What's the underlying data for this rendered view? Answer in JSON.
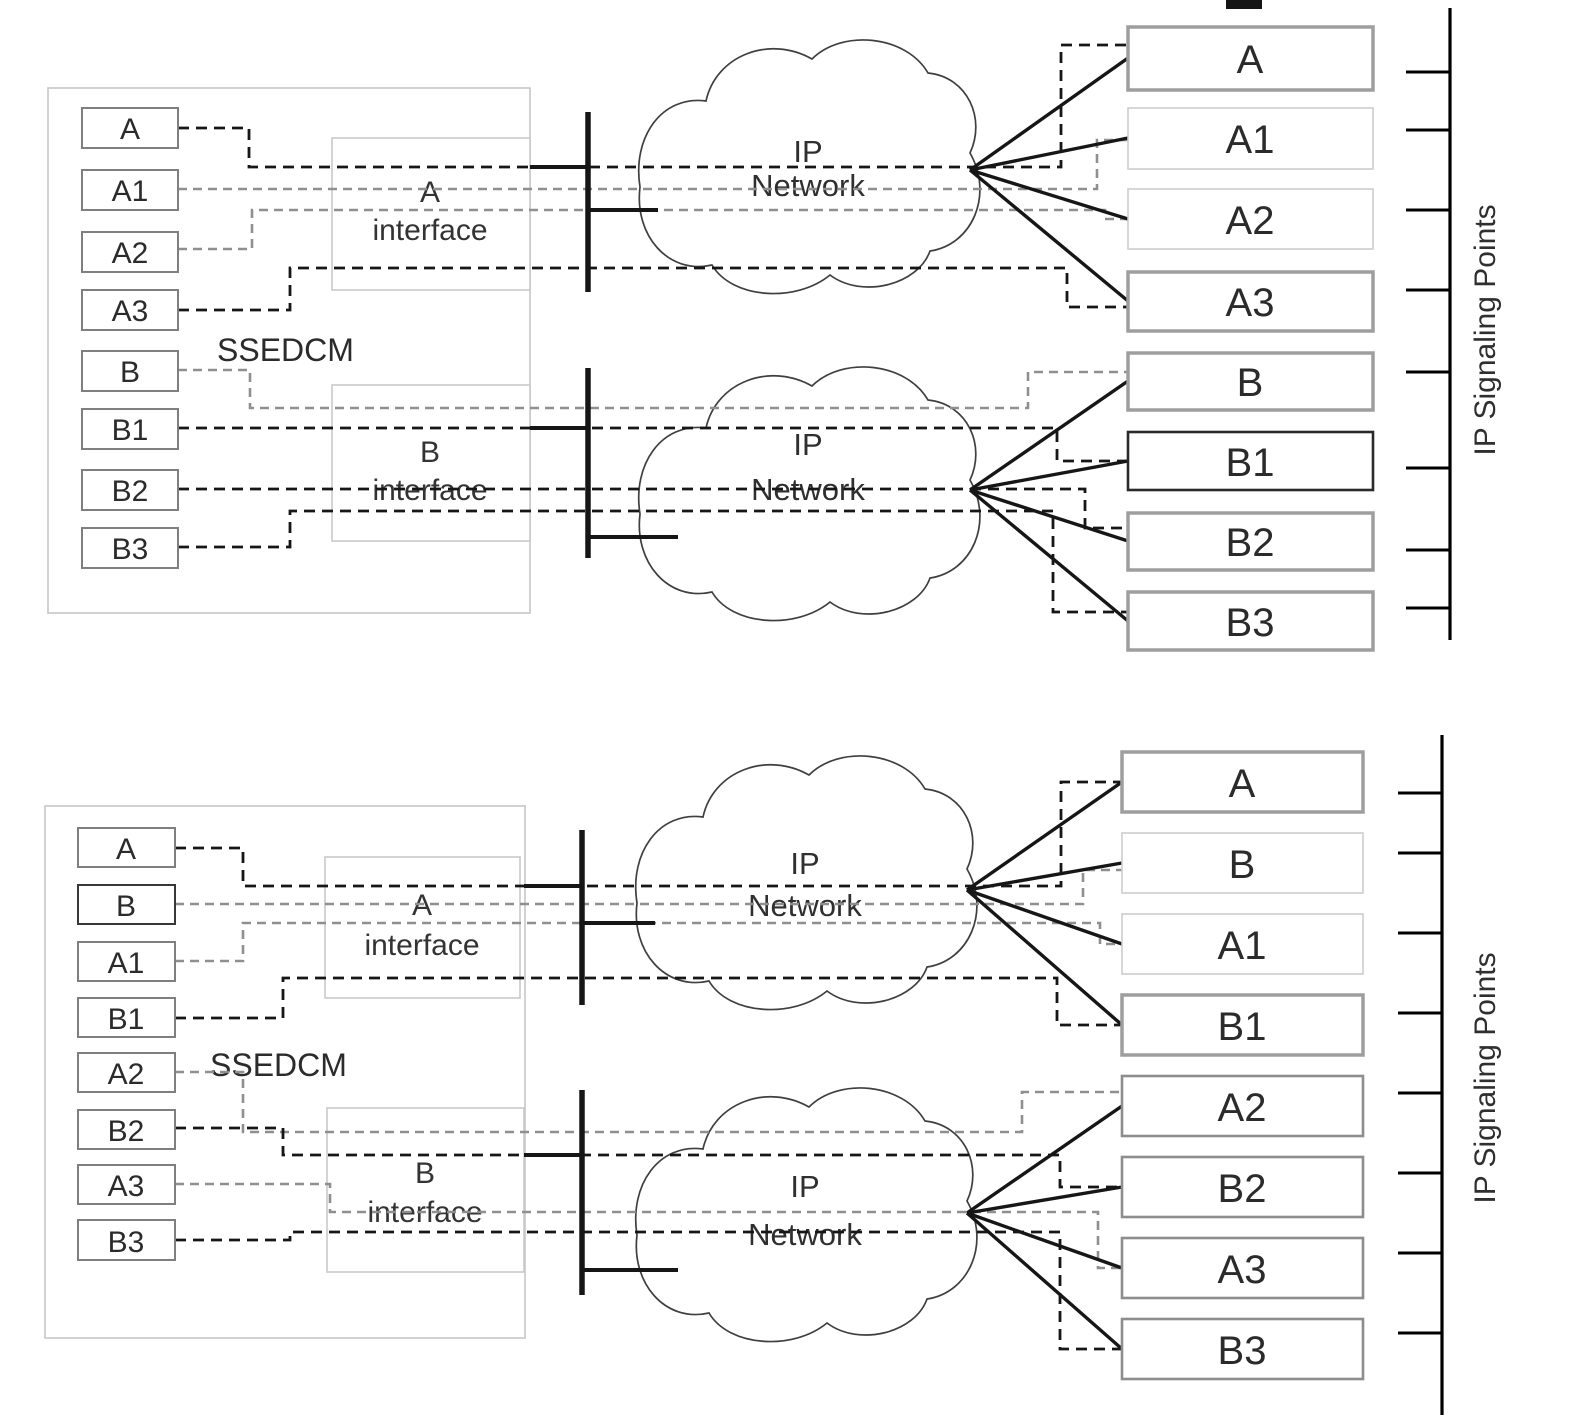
{
  "colors": {
    "line_black": "#161616",
    "line_gray": "#8f8f8f",
    "box_border_gray": "#7f7f7f",
    "sp_border_strong": "#9e9e9e",
    "sp_border_light": "#cdcdcd",
    "frame_border": "#c6c6c6",
    "text": "#2b2b2b"
  },
  "diagrams": [
    {
      "system_label": "SSEDCM",
      "left_boxes": [
        "A",
        "A1",
        "A2",
        "A3",
        "B",
        "B1",
        "B2",
        "B3"
      ],
      "interface_a": {
        "line1": "A",
        "line2": "interface"
      },
      "interface_b": {
        "line1": "B",
        "line2": "interface"
      },
      "cloud_a": {
        "line1": "IP",
        "line2": "Network"
      },
      "cloud_b": {
        "line1": "IP",
        "line2": "Network"
      },
      "right_boxes": [
        "A",
        "A1",
        "A2",
        "A3",
        "B",
        "B1",
        "B2",
        "B3"
      ],
      "axis_label": "IP Signaling Points"
    },
    {
      "system_label": "SSEDCM",
      "left_boxes": [
        "A",
        "B",
        "A1",
        "B1",
        "A2",
        "B2",
        "A3",
        "B3"
      ],
      "interface_a": {
        "line1": "A",
        "line2": "interface"
      },
      "interface_b": {
        "line1": "B",
        "line2": "interface"
      },
      "cloud_a": {
        "line1": "IP",
        "line2": "Network"
      },
      "cloud_b": {
        "line1": "IP",
        "line2": "Network"
      },
      "right_boxes": [
        "A",
        "B",
        "A1",
        "B1",
        "A2",
        "B2",
        "A3",
        "B3"
      ],
      "axis_label": "IP Signaling Points"
    }
  ]
}
